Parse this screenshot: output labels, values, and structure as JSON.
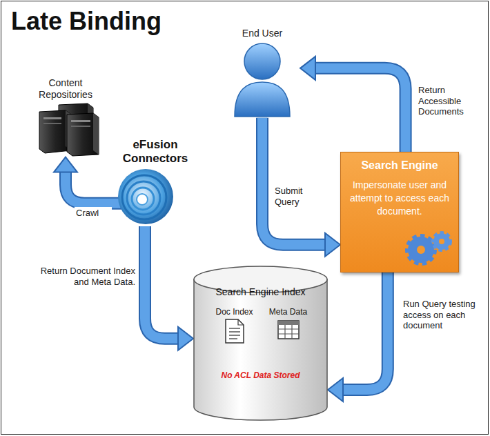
{
  "diagram": {
    "title": "Late Binding",
    "nodes": [
      {
        "text": [
          "Content Repositories"
        ]
      },
      {
        "text": [
          "eFusion Connectors"
        ]
      },
      {
        "text": [
          "End User"
        ]
      },
      {
        "text": [
          "Search Engine",
          "Impersonate user and attempt to access each document."
        ]
      },
      {
        "text": [
          "Search Engine Index",
          "No ACL Data Stored"
        ]
      },
      {
        "text": [
          "Doc Index"
        ],
        "in": 4
      },
      {
        "text": [
          "Meta Data"
        ],
        "in": 4
      }
    ],
    "edges": [
      {
        "from": 1,
        "to": 0,
        "arrow": "to",
        "label": "Crawl"
      },
      {
        "from": 1,
        "to": 4,
        "arrow": "to",
        "label": "Return Document Index and Meta Data."
      },
      {
        "from": 2,
        "to": 3,
        "arrow": "to",
        "label": "Submit Query"
      },
      {
        "from": 3,
        "to": 2,
        "arrow": "to",
        "label": "Return Accessible Documents"
      },
      {
        "from": 3,
        "to": 4,
        "arrow": "to",
        "label": "Run Query testing access on each document"
      }
    ]
  }
}
